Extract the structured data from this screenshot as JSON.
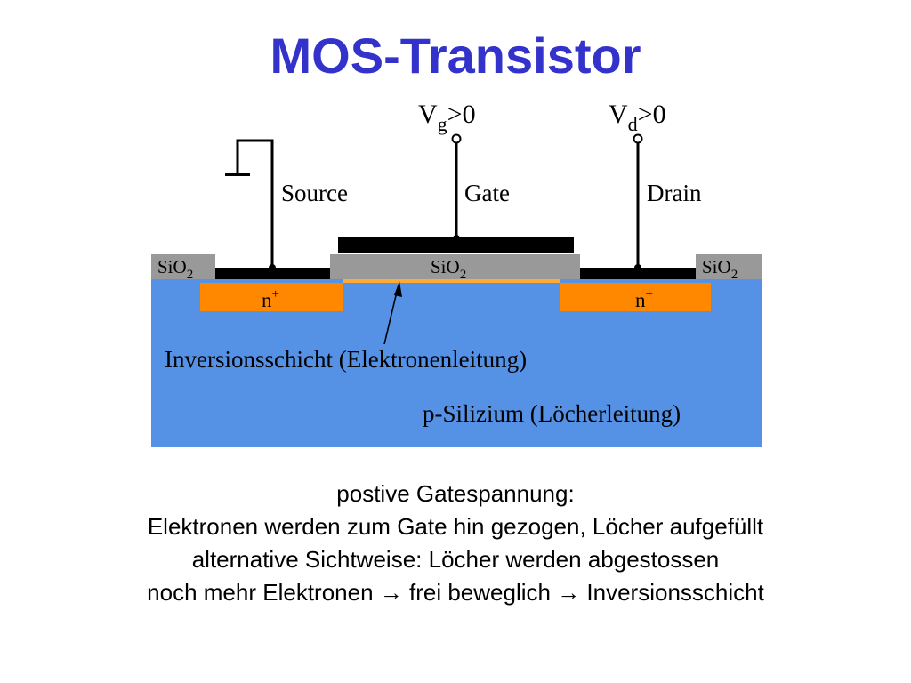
{
  "slide": {
    "title": "MOS-Transistor"
  },
  "diagram": {
    "vg_main": "V",
    "vg_sub": "g",
    "vg_cond": ">0",
    "vd_main": "V",
    "vd_sub": "d",
    "vd_cond": ">0",
    "source_label": "Source",
    "gate_label": "Gate",
    "drain_label": "Drain",
    "oxide_main": "SiO",
    "oxide_sub": "2",
    "n_main": "n",
    "n_sup": "+",
    "inversion_label": "Inversionsschicht (Elektronenleitung)",
    "substrate_label": "p-Silizium (Löcherleitung)",
    "colors": {
      "substrate": "#5592e6",
      "n_region": "#ff8800",
      "oxide": "#999999",
      "metal": "#000000",
      "inversion": "#ffaa33"
    }
  },
  "caption": {
    "line1": "postive Gatespannung:",
    "line2": "Elektronen werden zum Gate hin gezogen, Löcher aufgefüllt",
    "line3": "alternative Sichtweise: Löcher werden abgestossen",
    "line4": "noch mehr Elektronen → frei beweglich → Inversionsschicht"
  }
}
